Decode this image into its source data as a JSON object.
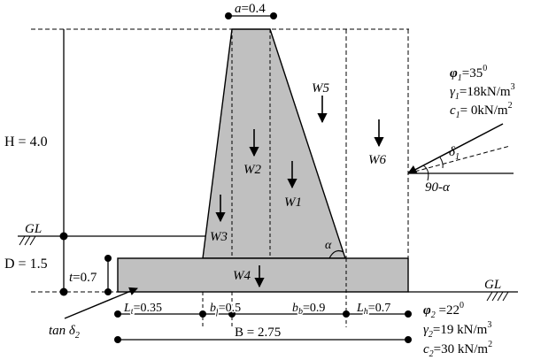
{
  "figure": {
    "top_width": {
      "symbol": "a",
      "value": "=0.4"
    },
    "height_label": "H = 4.0",
    "depth_label": "D = 1.5",
    "thickness": {
      "symbol": "t",
      "value": "=0.7"
    },
    "ground_label": "GL",
    "weights": [
      "W1",
      "W2",
      "W3",
      "W4",
      "W5",
      "W6"
    ],
    "angle_alpha": "α",
    "delta1": "δ",
    "delta1_sub": "1",
    "angle_90_alpha": "90-α",
    "tan_delta": "tan δ",
    "tan_delta_sub": "2",
    "Lt": {
      "symbol": "L",
      "sub": "t",
      "value": "=0.35"
    },
    "bf": {
      "symbol": "b",
      "sub": "f",
      "value": "=0.5"
    },
    "bb": {
      "symbol": "b",
      "sub": "b",
      "value": "=0.9"
    },
    "Lh": {
      "symbol": "L",
      "sub": "h",
      "value": "=0.7"
    },
    "B_label": "B = 2.75",
    "soil_backfill": {
      "phi": {
        "symbol": "φ",
        "sub": "1",
        "value": "=35",
        "sup": "0"
      },
      "gamma": {
        "symbol": "γ",
        "sub": "1",
        "value": "=18kN/m",
        "sup": "3"
      },
      "c": {
        "symbol": "c",
        "sub": "1",
        "value": "= 0kN/m",
        "sup": "2"
      }
    },
    "soil_foundation": {
      "phi": {
        "symbol": "φ",
        "sub": "2",
        "value": " =22",
        "sup": "0"
      },
      "gamma": {
        "symbol": "γ",
        "sub": "2",
        "value": "=19 kN/m",
        "sup": "3"
      },
      "c": {
        "symbol": "c",
        "sub": "2",
        "value": "=30 kN/m",
        "sup": "2"
      }
    }
  }
}
